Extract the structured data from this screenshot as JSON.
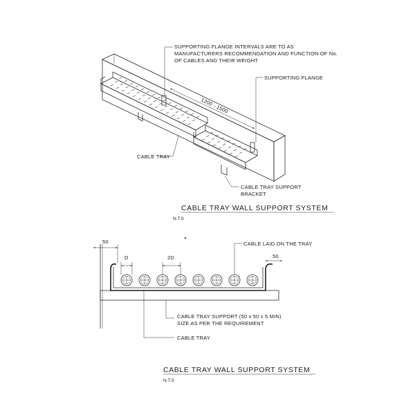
{
  "top_view": {
    "note_flange_intervals": [
      "SUPPORTING FLANGE INTERVALS ARE TO AS",
      "MANUFACTURERS RECOMMENDATION AND FUNCTION OF No.",
      "OF CABLES AND THEIR WEIGHT"
    ],
    "dimension_span": "1200 - 1500",
    "label_supporting_flange": "SUPPORTING FLANGE",
    "label_cable_tray": "CABLE TRAY",
    "label_bracket": [
      "CABLE TRAY SUPPORT",
      "BRACKET"
    ],
    "title": "CABLE TRAY WALL SUPPORT SYSTEM",
    "scale": "N.T.S"
  },
  "section_view": {
    "dim_left": "50",
    "dim_right": "50",
    "dim_d": "D",
    "dim_2d": "2D",
    "label_cable_laid": "CABLE LAID ON THE TRAY",
    "label_support": [
      "CABLE TRAY SUPPORT (50 x 50 x 5 MIN)",
      "SIZE AS PER THE REQUIREMENT"
    ],
    "label_cable_tray": "CABLE TRAY",
    "title": "CABLE TRAY WALL SUPPORT SYSTEM",
    "scale": "N.T.S"
  }
}
